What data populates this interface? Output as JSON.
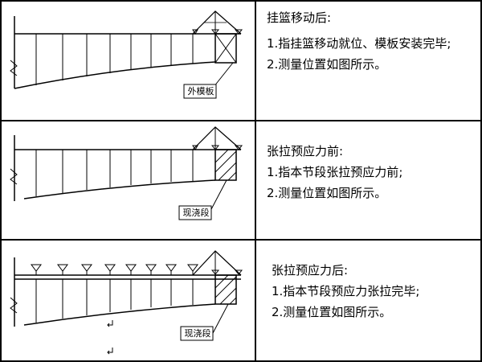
{
  "rows": [
    {
      "title": "挂篮移动后:",
      "items": [
        "1.指挂篮移动就位、模板安装完毕;",
        "2.测量位置如图所示。"
      ],
      "label": "外模板"
    },
    {
      "title": "张拉预应力前:",
      "items": [
        "1.指本节段张拉预应力前;",
        "2.测量位置如图所示。"
      ],
      "label": "现浇段"
    },
    {
      "title": "张拉预应力后:",
      "items": [
        "1.指本节段预应力张拉完毕;",
        "2.测量位置如图所示。"
      ],
      "label": "现浇段"
    }
  ],
  "colors": {
    "line": "#000000",
    "border": "#000000",
    "background": "#ffffff"
  }
}
